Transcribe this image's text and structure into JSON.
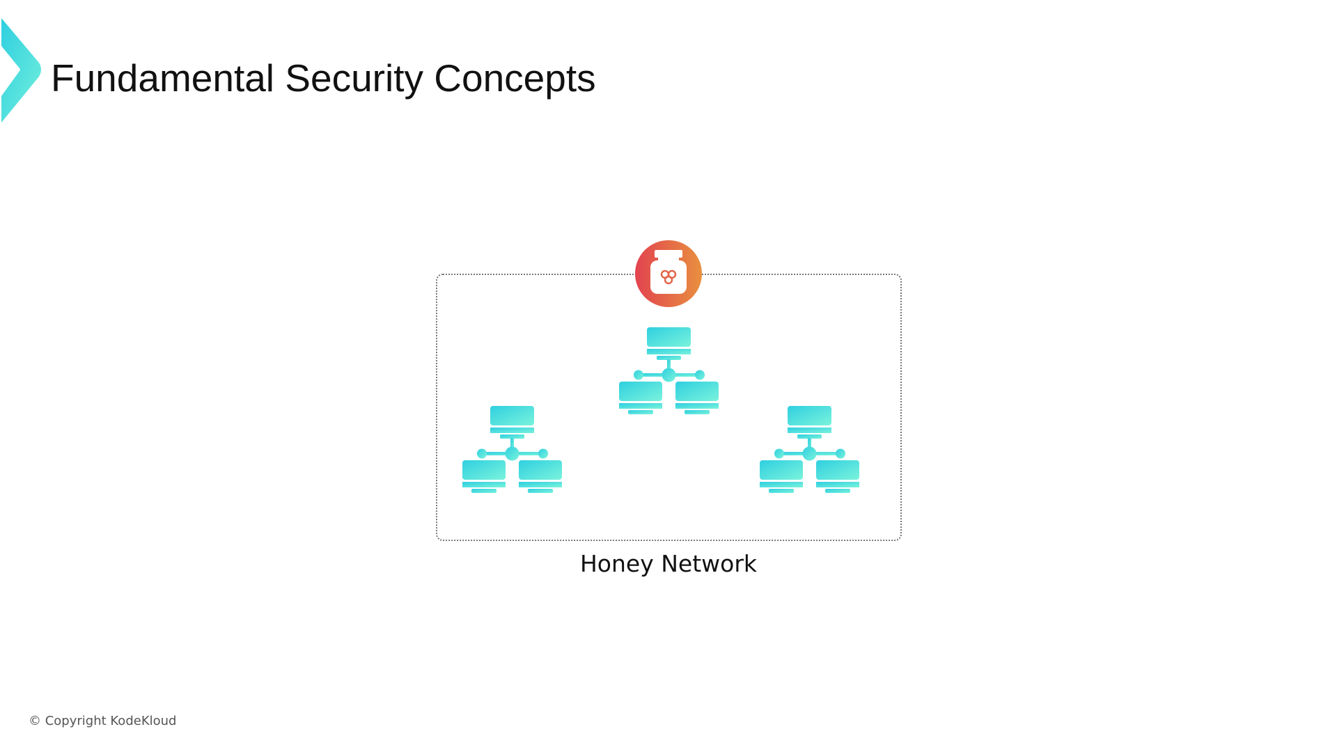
{
  "slide": {
    "title": "Fundamental Security Concepts",
    "diagram_label": "Honey Network",
    "copyright": "© Copyright KodeKloud"
  },
  "icons": {
    "logo": "chevron-icon",
    "honeypot": "honey-jar-icon",
    "network": "network-computers-icon"
  },
  "colors": {
    "accent_start": "#2fcfe0",
    "accent_end": "#73f0dc",
    "honey_start": "#e2434f",
    "honey_end": "#e8903f"
  }
}
